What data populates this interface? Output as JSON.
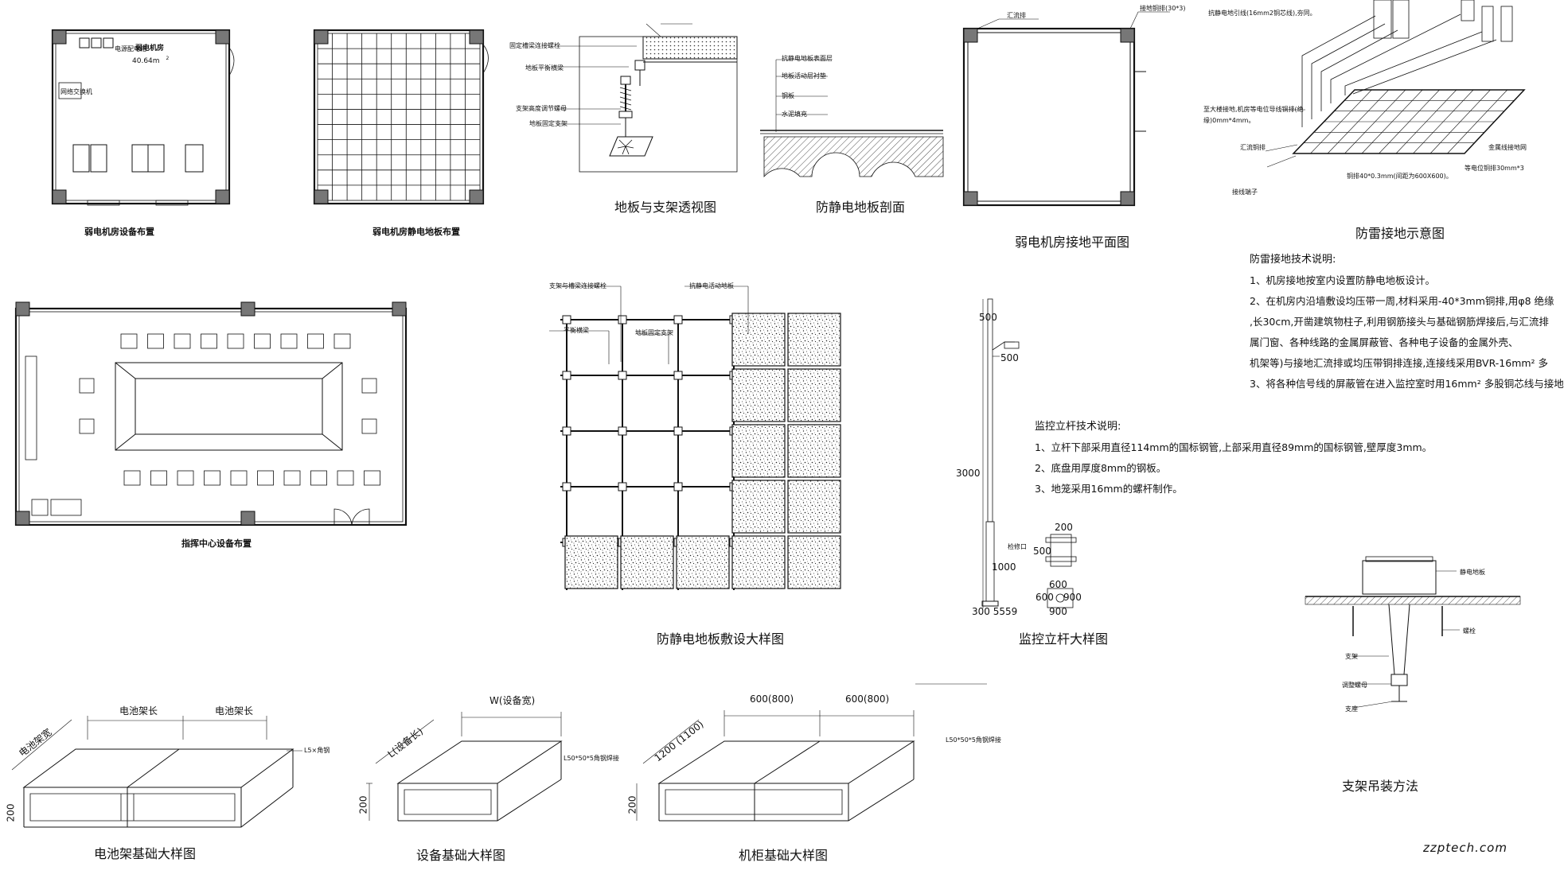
{
  "captions": {
    "room_equipment": "弱电机房设备布置",
    "room_floor": "弱电机房静电地板布置",
    "floor_support": "地板与支架透视图",
    "antistatic_section": "防静电地板剖面",
    "room_ground_plan": "弱电机房接地平面图",
    "lightning_ground": "防雷接地示意图",
    "command_center": "指挥中心设备布置",
    "floor_detail": "防静电地板敷设大样图",
    "pole_detail": "监控立杆大样图",
    "battery_base": "电池架基础大样图",
    "equipment_base": "设备基础大样图",
    "cabinet_base": "机柜基础大样图",
    "bracket_method": "支架吊装方法"
  },
  "room": {
    "name": "弱电机房",
    "area": "40.64m",
    "area_sup": "2",
    "door_label": "电源配电箱",
    "side_cabinet": "网络交换机"
  },
  "support_labels": {
    "l1": "固定槽梁连接螺栓",
    "l2": "地板平衡横梁",
    "l3": "支架高度调节螺母",
    "l4": "地板固定支架"
  },
  "section_labels": {
    "l1": "抗静电地板表面层",
    "l2": "地板活动层衬垫",
    "l3": "钢板",
    "l4": "水泥填充"
  },
  "ground_plan": {
    "busbar": "汇流排",
    "copper": "接地铜排(30*3)"
  },
  "lightning": {
    "lead": "抗静电地引线(16mm2铜芯线),夯同。",
    "to_ground": "至大楼接地,机房等电位导线铜排(绝",
    "spec": "缘)0mm*4mm。",
    "busbar": "汇流铜排",
    "terminal": "接线端子",
    "copper_mesh": "金属线接地网",
    "strip": "铜排40*0.3mm(间距为600X600)。",
    "bond": "等电位铜排30mm*3"
  },
  "notes_lightning": {
    "head": "防雷接地技术说明:",
    "lines": [
      "1、机房接地按室内设置防静电地板设计。",
      "2、在机房内沿墙敷设均压带一周,材料采用-40*3mm铜排,用φ8 绝缘",
      ",长30cm,开凿建筑物柱子,利用钢筋接头与基础钢筋焊接后,与汇流排",
      "属门窗、各种线路的金属屏蔽管、各种电子设备的金属外壳、",
      "机架等)与接地汇流排或均压带铜排连接,连接线采用BVR-16mm² 多",
      "3、将各种信号线的屏蔽管在进入监控室时用16mm² 多股铜芯线与接地"
    ]
  },
  "notes_pole": {
    "head": "监控立杆技术说明:",
    "lines": [
      "1、立杆下部采用直径114mm的国标钢管,上部采用直径89mm的国标钢管,壁厚度3mm。",
      "2、底盘用厚度8mm的钢板。",
      "3、地笼采用16mm的螺杆制作。"
    ]
  },
  "floor_detail_labels": {
    "l1": "支架与槽梁连接螺栓",
    "l2": "抗静电活动地板",
    "l3": "平衡横梁",
    "l4": "地板固定支架"
  },
  "pole_dims": {
    "top": "500",
    "arm": "500",
    "height": "3000",
    "lower": "1000",
    "hole": "检修口",
    "base": "300 5559",
    "cage_w": "200",
    "cage_h": "500",
    "plate_a": "600",
    "plate_b": "600",
    "plate_c": "900",
    "plate_d": "900"
  },
  "base_dims": {
    "battery_len1": "电池架长",
    "battery_len2": "电池架长",
    "battery_wid": "电池架宽",
    "battery_note": "L5×角钢",
    "equip_w": "W(设备宽)",
    "equip_l": "L(设备长)",
    "equip_h": "200",
    "equip_note": "L50*50*5角钢焊接",
    "cab_w1": "600(800)",
    "cab_w2": "600(800)",
    "cab_d": "1200 (1100)",
    "cab_h": "200",
    "cab_note": "L50*50*5角钢焊接",
    "battery_h": "200"
  },
  "bracket": {
    "l1": "静电地板",
    "l2": "螺栓",
    "l3": "支架",
    "l4": "调整螺母",
    "l5": "支座"
  },
  "watermark": "zzptech.com"
}
